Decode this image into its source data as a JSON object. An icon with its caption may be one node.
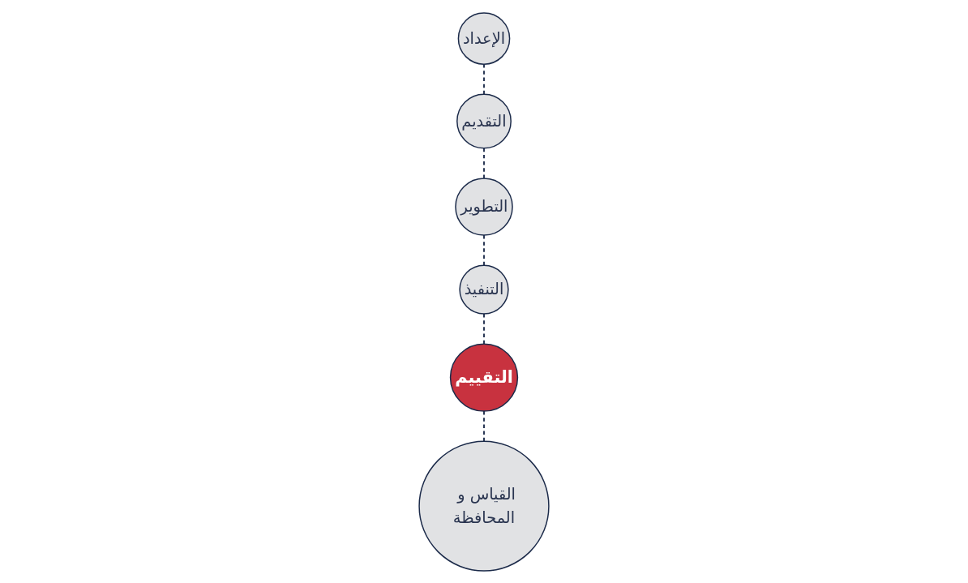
{
  "diagram": {
    "nodes": [
      {
        "text": [
          "الإعداد"
        ]
      },
      {
        "text": [
          "التقديم"
        ]
      },
      {
        "text": [
          "التطوير"
        ]
      },
      {
        "text": [
          "التنفيذ"
        ]
      },
      {
        "text": [
          "التقييم"
        ]
      },
      {
        "text": [
          "القياس و المحافظة"
        ]
      }
    ],
    "edges": [
      {
        "from": 0,
        "to": 1,
        "arrow": "none",
        "style": "dashed"
      },
      {
        "from": 1,
        "to": 2,
        "arrow": "none",
        "style": "dashed"
      },
      {
        "from": 2,
        "to": 3,
        "arrow": "none",
        "style": "dashed"
      },
      {
        "from": 3,
        "to": 4,
        "arrow": "none",
        "style": "dashed"
      },
      {
        "from": 4,
        "to": 5,
        "arrow": "none",
        "style": "dashed"
      }
    ]
  }
}
